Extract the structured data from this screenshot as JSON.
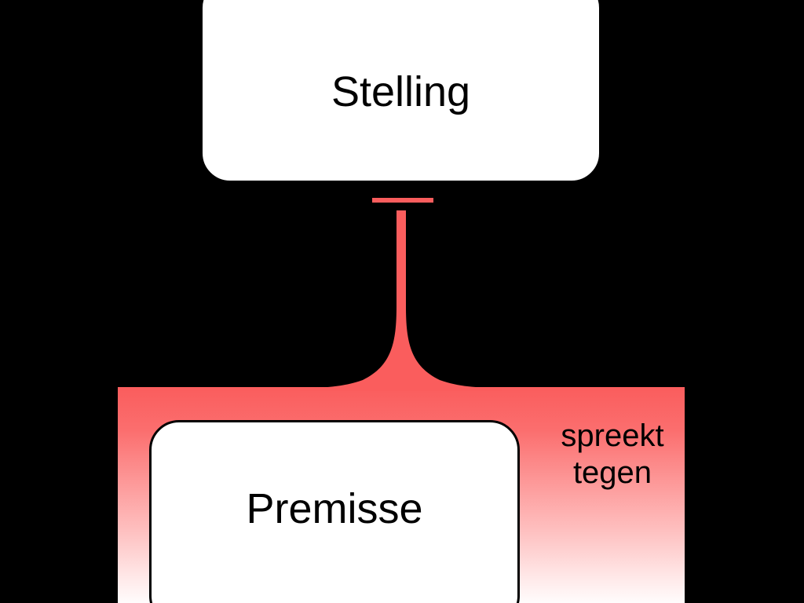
{
  "diagram": {
    "type": "argument-map",
    "language": "nl",
    "background_color": "#000000",
    "accent_color": "#fa5d5d",
    "node_fill": "#ffffff",
    "node_border": "#000000",
    "text_color": "#000000"
  },
  "nodes": {
    "claim": {
      "label": "Stelling",
      "role": "claim",
      "fill": "#ffffff",
      "border": "#000000"
    },
    "premise": {
      "label": "Premisse",
      "role": "premise",
      "fill": "#ffffff",
      "border": "#000000"
    }
  },
  "relation": {
    "kind": "objection",
    "color": "#fa5d5d",
    "label_line1": "spreekt",
    "label_line2": "tegen",
    "label_full": "spreekt tegen",
    "from": "Premisse",
    "to": "Stelling"
  }
}
